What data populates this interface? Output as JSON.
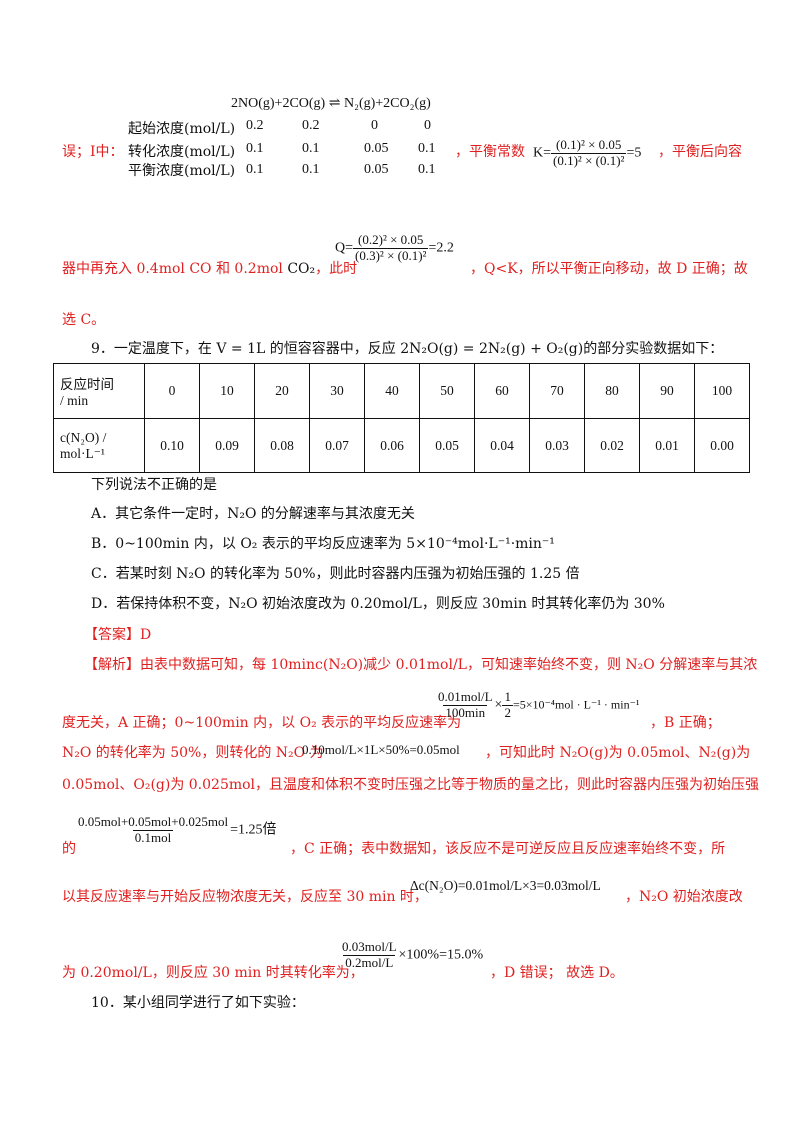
{
  "top_block": {
    "equation_left": "2NO(g)+2CO(g)",
    "equation_arrow": "⇌",
    "equation_right": "N₂(g)+2CO₂(g)",
    "rows": [
      {
        "label": "起始浓度(mol/L)",
        "values": [
          "0.2",
          "0.2",
          "0",
          "0"
        ]
      },
      {
        "label": "转化浓度(mol/L)",
        "values": [
          "0.1",
          "0.1",
          "0.05",
          "0.1"
        ]
      },
      {
        "label": "平衡浓度(mol/L)",
        "values": [
          "0.1",
          "0.1",
          "0.05",
          "0.1"
        ]
      }
    ],
    "prefix_red": "误；I中：",
    "k_text_red": "，平衡常数",
    "k_formula_lhs": "K=",
    "k_num": "(0.1)² × 0.05",
    "k_den": "(0.1)² × (0.1)²",
    "k_result": "=5",
    "after_k_red": "，平衡后向容"
  },
  "q_line": {
    "text1": "器中再充入 0.4mol CO 和 0.2mol",
    "co2": "CO₂",
    "text2": "，此时",
    "q_lhs": "Q=",
    "q_num": "(0.2)² × 0.05",
    "q_den": "(0.3)² × (0.1)²",
    "q_result": "=2.2",
    "text3": "，Q<K，所以平衡正向移动，故 D 正确；故"
  },
  "end_line": "选 C。",
  "question9": {
    "stem": "9．一定温度下，在 V = 1L 的恒容容器中，反应 2N₂O(g) = 2N₂(g) + O₂(g)的部分实验数据如下：",
    "table": {
      "row1_header_a": "反应时间",
      "row1_header_b": "/ min",
      "times": [
        "0",
        "10",
        "20",
        "30",
        "40",
        "50",
        "60",
        "70",
        "80",
        "90",
        "100"
      ],
      "row2_header_a": "c(N₂O) /",
      "row2_header_b": "mol·L⁻¹",
      "conc": [
        "0.10",
        "0.09",
        "0.08",
        "0.07",
        "0.06",
        "0.05",
        "0.04",
        "0.03",
        "0.02",
        "0.01",
        "0.00"
      ]
    },
    "prompt": "下列说法不正确的是",
    "options": [
      "A．其它条件一定时，N₂O 的分解速率与其浓度无关",
      "B．0~100min 内，以 O₂ 表示的平均反应速率为 5×10⁻⁴mol·L⁻¹·min⁻¹",
      "C．若某时刻 N₂O 的转化率为 50%，则此时容器内压强为初始压强的 1.25 倍",
      "D．若保持体积不变，N₂O 初始浓度改为 0.20mol/L，则反应 30min 时其转化率仍为 30%"
    ],
    "answer": "【答案】D",
    "analysis": {
      "l1": "【解析】由表中数据可知，每 10minc(N₂O)减少 0.01mol/L，可知速率始终不变，则 N₂O 分解速率与其浓",
      "l2_a": "度无关，A 正确；0~100min 内，以 O₂ 表示的平均反应速率为",
      "f1_num": "0.01mol/L",
      "f1_den": "100min",
      "f1_mul": "×",
      "f1_half_num": "1",
      "f1_half_den": "2",
      "f1_result": "=5×10⁻⁴mol · L⁻¹ · min⁻¹",
      "l2_b": "，B 正确；",
      "l3_a": "N₂O 的转化率为 50%，则转化的 N₂O 为",
      "l3_formula": "0.10mol/L×1L×50%=0.05mol",
      "l3_b": "，可知此时 N₂O(g)为 0.05mol、N₂(g)为",
      "l4": "0.05mol、O₂(g)为 0.025mol，且温度和体积不变时压强之比等于物质的量之比，则此时容器内压强为初始压强",
      "l5_a": "的",
      "f2_num": "0.05mol+0.05mol+0.025mol",
      "f2_den": "0.1mol",
      "f2_result": "=1.25倍",
      "l5_b": "，C 正确；表中数据知，该反应不是可逆反应且反应速率始终不变，所",
      "l6_a": "以其反应速率与开始反应物浓度无关，反应至 30 min 时，",
      "l6_formula": "Δc(N₂O)=0.01mol/L×3=0.03mol/L",
      "l6_b": "，N₂O 初始浓度改",
      "l7_a": "为 0.20mol/L，则反应 30 min 时其转化率为，",
      "f3_num": "0.03mol/L",
      "f3_den": "0.2mol/L",
      "f3_result": "×100%=15.0%",
      "l7_b": "，D 错误；  故选 D。"
    }
  },
  "question10": "10．某小组同学进行了如下实验："
}
